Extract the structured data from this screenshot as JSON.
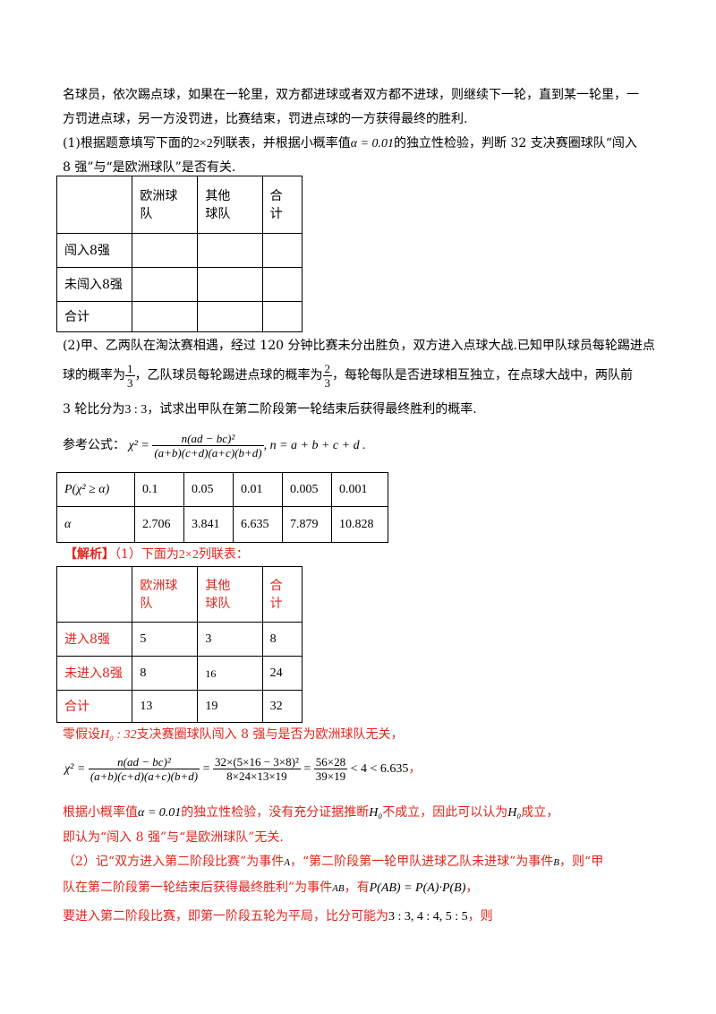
{
  "intro": {
    "line1": "名球员，依次踢点球，如果在一轮里，双方都进球或者双方都不进球，则继续下一轮，直到某一轮里，一",
    "line2": "方罚进点球，另一方没罚进，比赛结束，罚进点球的一方获得最终的胜利."
  },
  "q1": {
    "line1_a": "(1)根据题意填写下面的",
    "line1_tbl": "2×2",
    "line1_b": "列联表，并根据小概率值",
    "line1_alpha": "α = 0.01",
    "line1_c": "的独立性检验，判断 32 支决赛圈球队“闯入",
    "line2": "8 强”与“是欧洲球队”是否有关."
  },
  "table1": {
    "header": [
      "",
      "欧洲球队",
      "其他球队",
      "合计"
    ],
    "rows": [
      [
        "闯入8强",
        "",
        "",
        ""
      ],
      [
        "未闯入8强",
        "",
        "",
        ""
      ],
      [
        "合计",
        "",
        "",
        ""
      ]
    ]
  },
  "q2": {
    "line1": "(2)甲、乙两队在淘汰赛相遇，经过 120 分钟比赛未分出胜负，双方进入点球大战.已知甲队球员每轮踢进点",
    "line2_a": "球的概率为",
    "frac_a_num": "1",
    "frac_a_den": "3",
    "line2_b": "，乙队球员每轮踢进点球的概率为",
    "frac_b_num": "2",
    "frac_b_den": "3",
    "line2_c": "，每轮每队是否进球相互独立，在点球大战中，两队前",
    "line3_a": "3 轮比分为",
    "line3_score": "3 : 3",
    "line3_b": "，试求出甲队在第二阶段第一轮结束后获得最终胜利的概率."
  },
  "reference": {
    "label": "参考公式：",
    "chi": "χ² =",
    "num": "n(ad − bc)²",
    "den": "(a+b)(c+d)(a+c)(b+d)",
    "n_def": ", n = a + b + c + d ."
  },
  "table2": {
    "row1": [
      "P(χ² ≥ α)",
      "0.1",
      "0.05",
      "0.01",
      "0.005",
      "0.001"
    ],
    "row2": [
      "α",
      "2.706",
      "3.841",
      "6.635",
      "7.879",
      "10.828"
    ]
  },
  "analysis": {
    "tag": "【解析】",
    "line1_a": "（1）下面为",
    "line1_tbl": "2×2",
    "line1_b": "列联表："
  },
  "table3": {
    "header": [
      "",
      "欧洲球队",
      "其他球队",
      "合计"
    ],
    "rows": [
      [
        "进入8强",
        "5",
        "3",
        "8"
      ],
      [
        "未进入8强",
        "8",
        "16",
        "24"
      ],
      [
        "合计",
        "13",
        "19",
        "32"
      ]
    ]
  },
  "solution": {
    "h0_a": "零假设",
    "h0_sym": "H₀ : 32",
    "h0_b": "支决赛圈球队闯入 8 强与是否为欧洲球队无关，",
    "chi": "χ² =",
    "num1": "n(ad − bc)²",
    "den1": "(a+b)(c+d)(a+c)(b+d)",
    "eq1": "=",
    "num2": "32×(5×16 − 3×8)²",
    "den2": "8×24×13×19",
    "eq2": "=",
    "num3": "56×28",
    "den3": "39×19",
    "tail": "< 4 < 6.635",
    "comma": "，",
    "line3_a": "根据小概率值",
    "line3_alpha": "α = 0.01",
    "line3_b": "的独立性检验，没有充分证据推断",
    "line3_h0a": "H₀",
    "line3_c": "不成立，因此可以认为",
    "line3_h0b": "H₀",
    "line3_d": "成立，",
    "line4": "即认为“闯入 8 强”与“是欧洲球队”无关.",
    "line5_a": "（2）记“双方进入第二阶段比赛”为事件",
    "line5_A": "A",
    "line5_b": "，“第二阶段第一轮甲队进球乙队未进球”为事件",
    "line5_B": "B",
    "line5_c": "，则“甲",
    "line6_a": "队在第二阶段第一轮结束后获得最终胜利”为事件",
    "line6_AB": "AB",
    "line6_b": "，有",
    "line6_eq": "P(AB) = P(A)·P(B)",
    "line6_c": "，",
    "line7_a": "要进入第二阶段比赛，即第一阶段五轮为平局，比分可能为",
    "line7_scores": "3 : 3, 4 : 4, 5 : 5",
    "line7_b": "，则"
  }
}
